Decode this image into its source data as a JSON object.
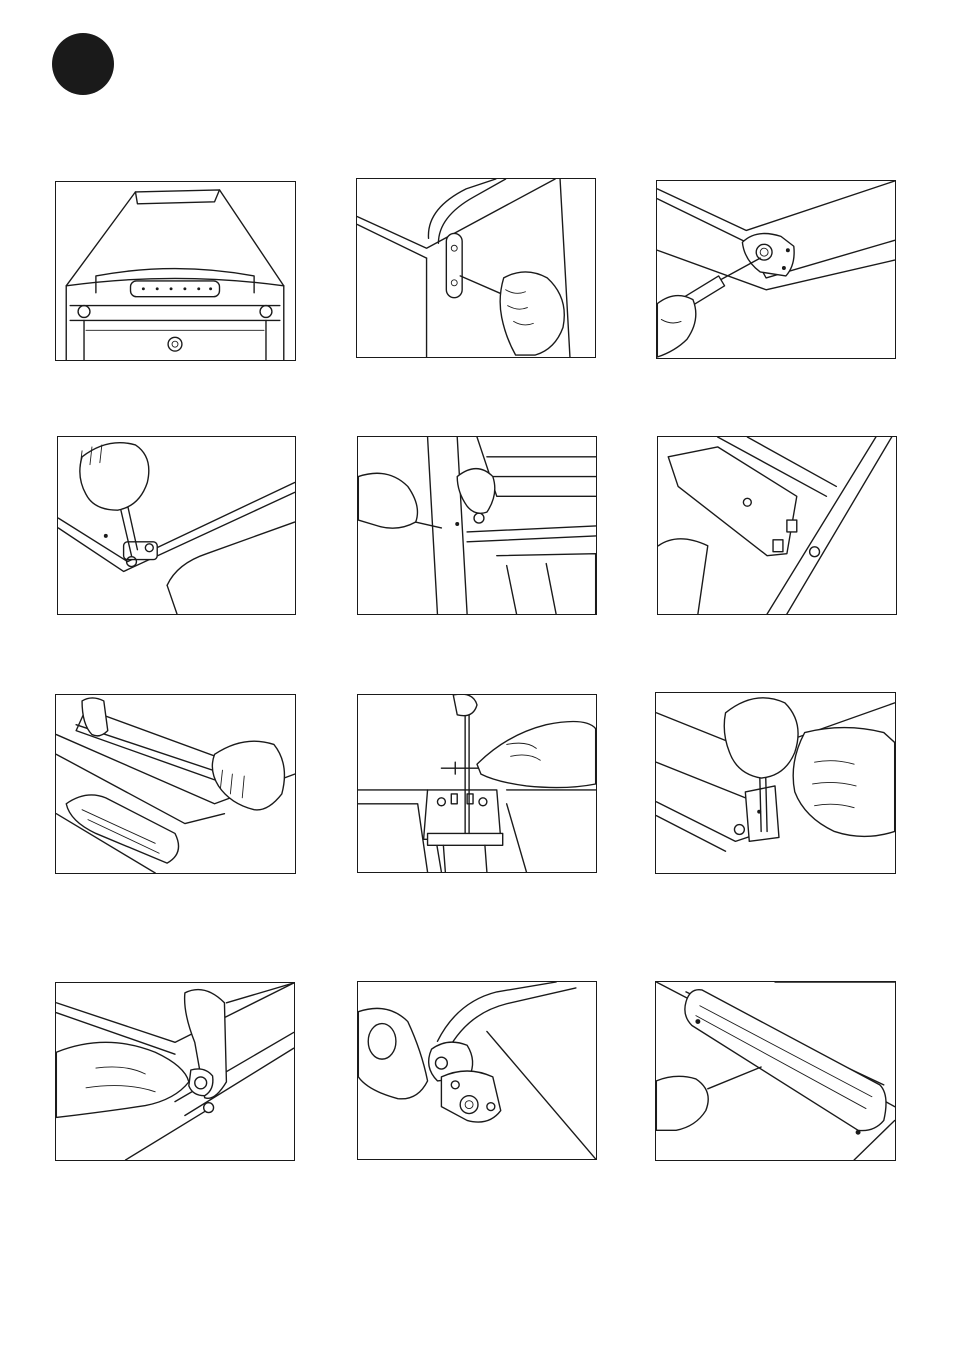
{
  "page": {
    "step_marker": "filled-circle-icon",
    "accent_color": "#1a1a1a",
    "background_color": "#ffffff"
  },
  "illustrations": [
    {
      "id": 1,
      "subject": "fridge-top-front-view-icon"
    },
    {
      "id": 2,
      "subject": "unscrew-handle-top-icon"
    },
    {
      "id": 3,
      "subject": "screwdriver-hinge-cover-icon"
    },
    {
      "id": 4,
      "subject": "unscrew-hinge-bolt-icon"
    },
    {
      "id": 5,
      "subject": "remove-door-screw-icon"
    },
    {
      "id": 6,
      "subject": "hinge-bracket-detail-icon"
    },
    {
      "id": 7,
      "subject": "lift-door-off-icon"
    },
    {
      "id": 8,
      "subject": "fit-hinge-plate-icon"
    },
    {
      "id": 9,
      "subject": "tighten-hinge-screw-icon"
    },
    {
      "id": 10,
      "subject": "insert-hinge-pin-icon"
    },
    {
      "id": 11,
      "subject": "rotate-hinge-cap-icon"
    },
    {
      "id": 12,
      "subject": "screw-handle-bottom-icon"
    }
  ]
}
